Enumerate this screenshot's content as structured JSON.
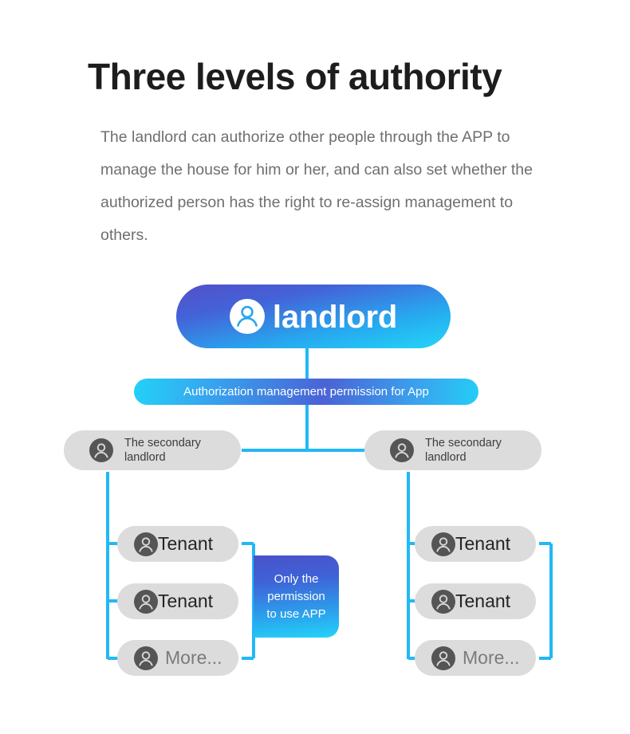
{
  "header": {
    "title": "Three levels of authority",
    "description": "The landlord can authorize other people through the APP to manage the house for him or her, and can also set whether the authorized person has the right to re-assign management to others."
  },
  "colors": {
    "accent_cyan": "#22cffa",
    "accent_blue": "#4a63d6",
    "accent_purple": "#5350c8",
    "pill_grey": "#dcdcdc",
    "avatar_grey": "#555555",
    "title_dark": "#1d1d1d",
    "body_grey": "#6f6f6f",
    "connector": "#22b8f5"
  },
  "diagram": {
    "root": {
      "label": "landlord",
      "icon": "person-icon"
    },
    "banner": {
      "label": "Authorization management permission for App"
    },
    "branches": [
      {
        "id": "left",
        "parent": {
          "label": "The secondary landlord",
          "line1": "The secondary",
          "line2": "landlord",
          "icon": "person-icon"
        },
        "children": [
          {
            "label": "Tenant",
            "icon": "person-icon"
          },
          {
            "label": "Tenant",
            "icon": "person-icon"
          },
          {
            "label": "More...",
            "icon": "person-icon"
          }
        ]
      },
      {
        "id": "right",
        "parent": {
          "label": "The secondary landlord",
          "line1": "The secondary",
          "line2": "landlord",
          "icon": "person-icon"
        },
        "children": [
          {
            "label": "Tenant",
            "icon": "person-icon"
          },
          {
            "label": "Tenant",
            "icon": "person-icon"
          },
          {
            "label": "More...",
            "icon": "person-icon"
          }
        ]
      }
    ],
    "callout": {
      "line1": "Only the",
      "line2": "permission",
      "line3": "to use APP"
    }
  }
}
